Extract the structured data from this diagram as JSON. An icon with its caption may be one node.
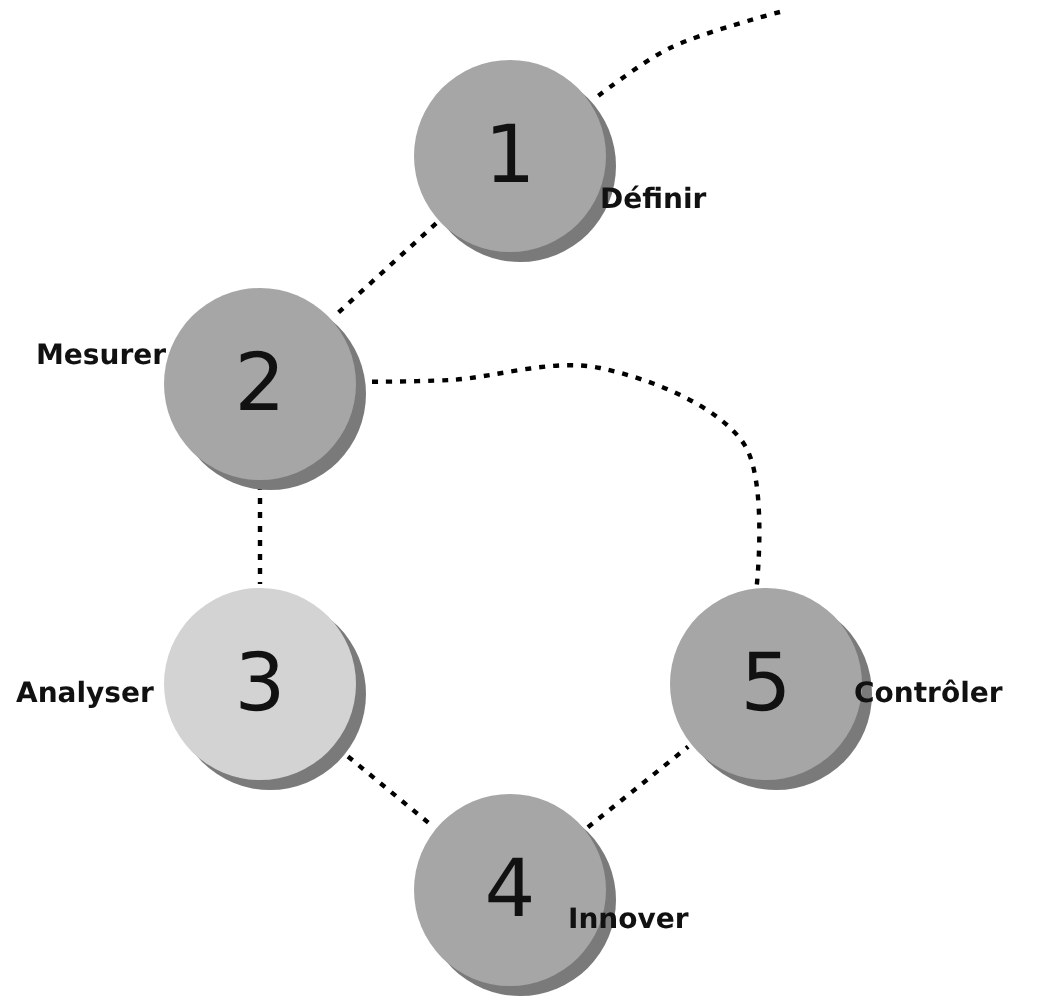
{
  "diagram": {
    "nodes": [
      {
        "text": [
          "1"
        ],
        "beside": [
          "Définir"
        ]
      },
      {
        "text": [
          "2"
        ],
        "beside": [
          "Mesurer"
        ]
      },
      {
        "text": [
          "3"
        ],
        "beside": [
          "Analyser"
        ]
      },
      {
        "text": [
          "4"
        ],
        "beside": [
          "Innover"
        ]
      },
      {
        "text": [
          "5"
        ],
        "beside": [
          "Contrôler"
        ]
      }
    ],
    "edges": [
      {
        "from": null,
        "to": 0,
        "arrow": "none",
        "style": "dashed"
      },
      {
        "from": 0,
        "to": 1,
        "arrow": "none",
        "style": "dashed"
      },
      {
        "from": 1,
        "to": 2,
        "arrow": "none",
        "style": "dashed"
      },
      {
        "from": 2,
        "to": 3,
        "arrow": "none",
        "style": "dashed"
      },
      {
        "from": 3,
        "to": 4,
        "arrow": "none",
        "style": "dashed"
      },
      {
        "from": 4,
        "to": 1,
        "arrow": "none",
        "style": "dashed"
      }
    ]
  }
}
